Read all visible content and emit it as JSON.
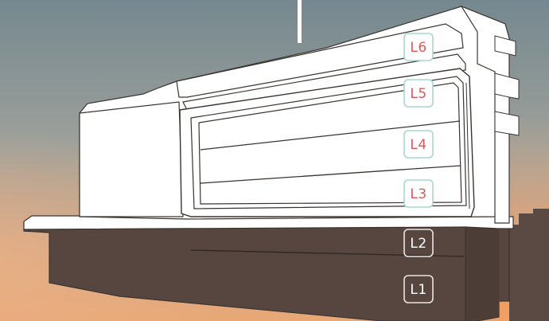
{
  "levels": [
    {
      "id": "L6",
      "label": "L6",
      "tone": "light"
    },
    {
      "id": "L5",
      "label": "L5",
      "tone": "light"
    },
    {
      "id": "L4",
      "label": "L4",
      "tone": "light"
    },
    {
      "id": "L3",
      "label": "L3",
      "tone": "light"
    },
    {
      "id": "L2",
      "label": "L2",
      "tone": "dark"
    },
    {
      "id": "L1",
      "label": "L1",
      "tone": "dark"
    }
  ],
  "colors": {
    "sky_top": "#7c8d92",
    "sky_mid": "#a9a39a",
    "sky_glow": "#f2a061",
    "building": "#ffffff",
    "outline": "#3a3430",
    "podium": "#57463f",
    "label_light_text": "#e0565b",
    "label_light_border": "#a7d8cf",
    "label_dark_text": "#ffffff",
    "label_dark_border": "#e9e4e1"
  }
}
